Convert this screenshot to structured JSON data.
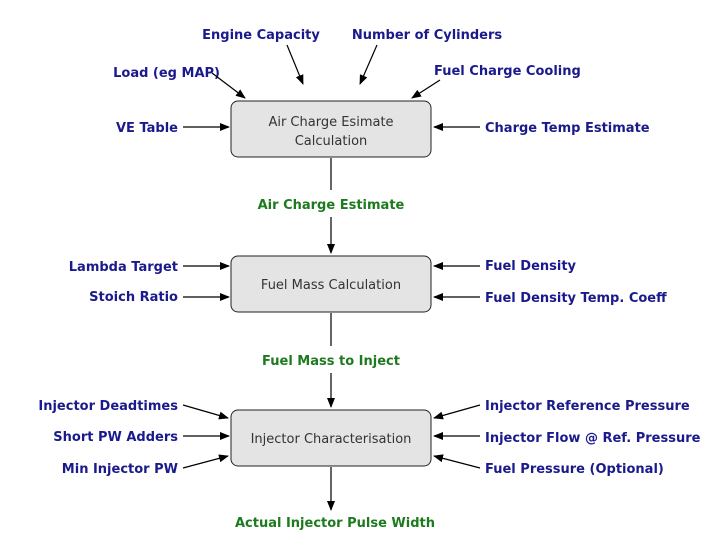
{
  "process_blocks": {
    "air_charge": {
      "line1": "Air Charge Esimate",
      "line2": "Calculation"
    },
    "fuel_mass": {
      "label": "Fuel Mass Calculation"
    },
    "injector": {
      "label": "Injector Characterisation"
    }
  },
  "inputs": {
    "engine_capacity": "Engine Capacity",
    "number_of_cylinders": "Number of Cylinders",
    "load": "Load (eg MAP)",
    "fuel_charge_cooling": "Fuel Charge Cooling",
    "ve_table": "VE Table",
    "charge_temp_estimate": "Charge Temp Estimate",
    "lambda_target": "Lambda Target",
    "stoich_ratio": "Stoich Ratio",
    "fuel_density": "Fuel Density",
    "fuel_density_temp_coeff": "Fuel Density Temp. Coeff",
    "injector_deadtimes": "Injector Deadtimes",
    "short_pw_adders": "Short PW Adders",
    "min_injector_pw": "Min Injector PW",
    "injector_reference_pressure": "Injector Reference Pressure",
    "injector_flow_ref_pressure": "Injector Flow @ Ref. Pressure",
    "fuel_pressure_optional": "Fuel Pressure (Optional)"
  },
  "outputs": {
    "air_charge_estimate": "Air Charge Estimate",
    "fuel_mass_to_inject": "Fuel Mass to Inject",
    "actual_injector_pulse_width": "Actual Injector Pulse Width"
  },
  "colors": {
    "input_label": "#1a1a8c",
    "output_label": "#1e7a1e",
    "box_fill": "#e4e4e4",
    "box_stroke": "#222222"
  }
}
